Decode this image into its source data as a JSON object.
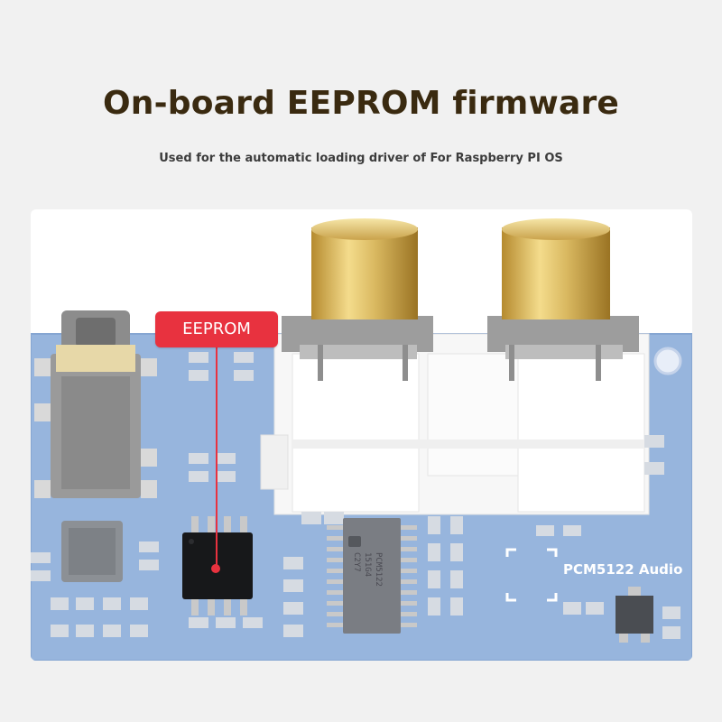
{
  "header": {
    "title": "On-board EEPROM firmware",
    "subtitle": "Used for the automatic loading driver of For Raspberry PI OS"
  },
  "photo": {
    "callout_label": "EEPROM",
    "board_text": "PCM5122 Audio",
    "chip_marking": [
      "PCM5122",
      "151G4",
      "C2Y7"
    ],
    "colors": {
      "board": "#97b5dd",
      "callout": "#e8323f",
      "rca_gold": "#d4b25a"
    }
  }
}
